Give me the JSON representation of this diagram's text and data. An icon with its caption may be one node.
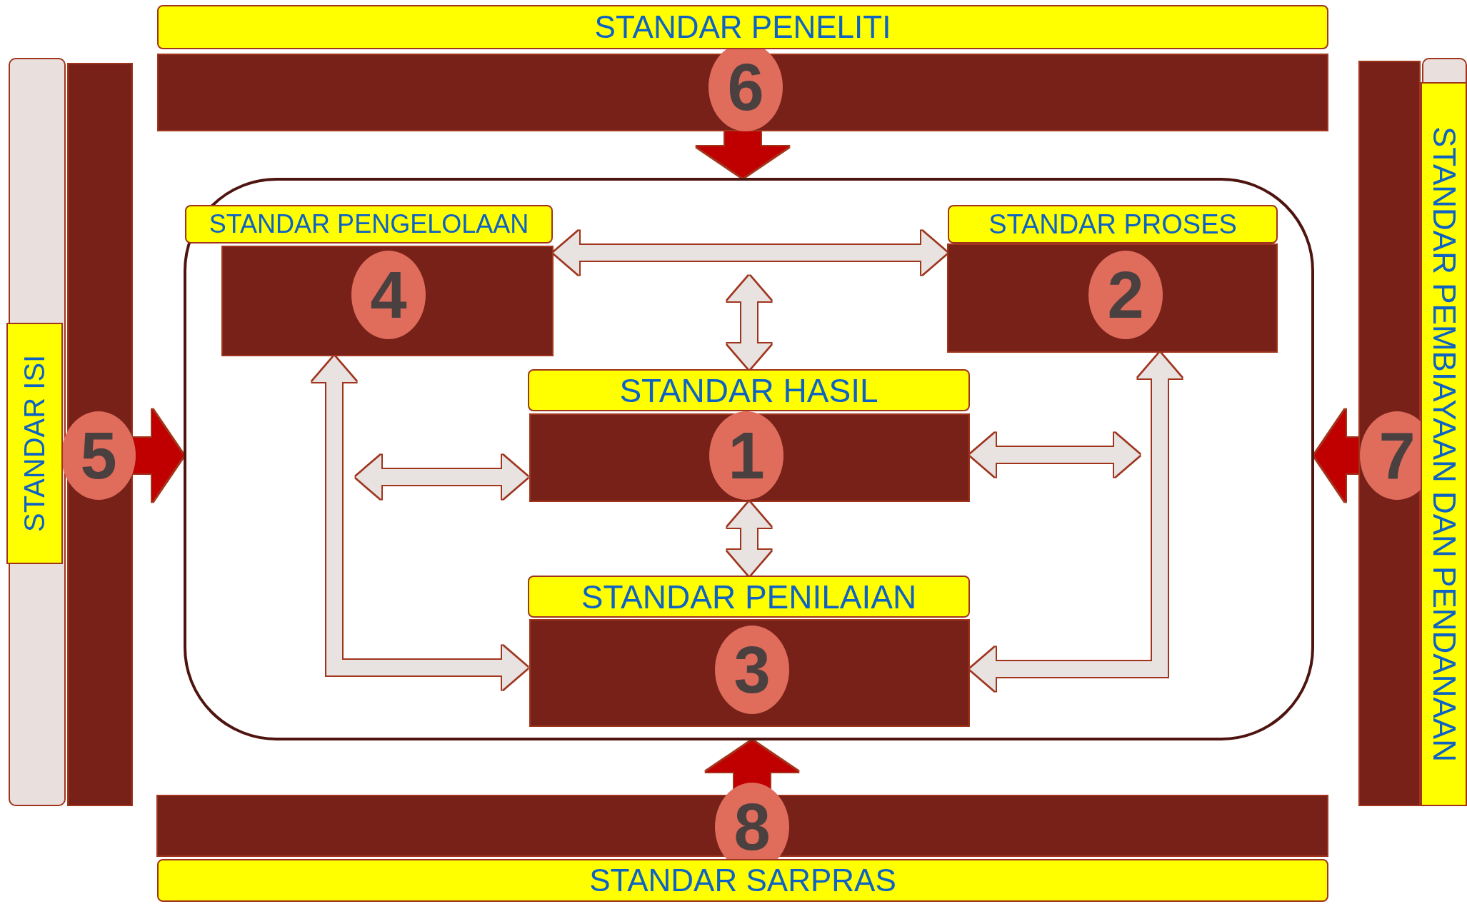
{
  "diagram": {
    "nodes": [
      {
        "text": [
          "STANDAR PENELITI",
          "6"
        ]
      },
      {
        "text": [
          "STANDAR ISI",
          "5"
        ]
      },
      {
        "text": [
          "STANDAR PEMBIAYAAN DAN PENDANAAN",
          "7"
        ]
      },
      {
        "text": [],
        "shape": "box"
      },
      {
        "text": [
          "STANDAR PENGELOLAAN",
          "4"
        ],
        "in": 3
      },
      {
        "text": [
          "STANDAR PROSES",
          "2"
        ],
        "in": 3
      },
      {
        "text": [
          "STANDAR HASIL",
          "1"
        ],
        "in": 3
      },
      {
        "text": [
          "STANDAR PENILAIAN",
          "3"
        ],
        "in": 3
      },
      {
        "text": [
          "8",
          "STANDAR SARPRAS"
        ]
      }
    ],
    "edges": [
      {
        "from": 0,
        "to": 3,
        "arrow": "to",
        "style": "thick",
        "color": "#c00000"
      },
      {
        "from": 1,
        "to": 3,
        "arrow": "to",
        "style": "thick",
        "color": "#c00000"
      },
      {
        "from": 2,
        "to": 3,
        "arrow": "to",
        "style": "thick",
        "color": "#c00000"
      },
      {
        "from": 8,
        "to": 3,
        "arrow": "to",
        "style": "thick",
        "color": "#c00000"
      },
      {
        "from": 4,
        "to": 5,
        "arrow": "both"
      },
      {
        "from": 6,
        "to": null,
        "arrow": "both"
      },
      {
        "from": 6,
        "to": 7,
        "arrow": "both"
      },
      {
        "from": null,
        "to": 6,
        "arrow": "both"
      },
      {
        "from": 6,
        "to": null,
        "arrow": "both"
      },
      {
        "from": 4,
        "to": 7,
        "arrow": "both"
      },
      {
        "from": 5,
        "to": 7,
        "arrow": "both"
      }
    ]
  }
}
